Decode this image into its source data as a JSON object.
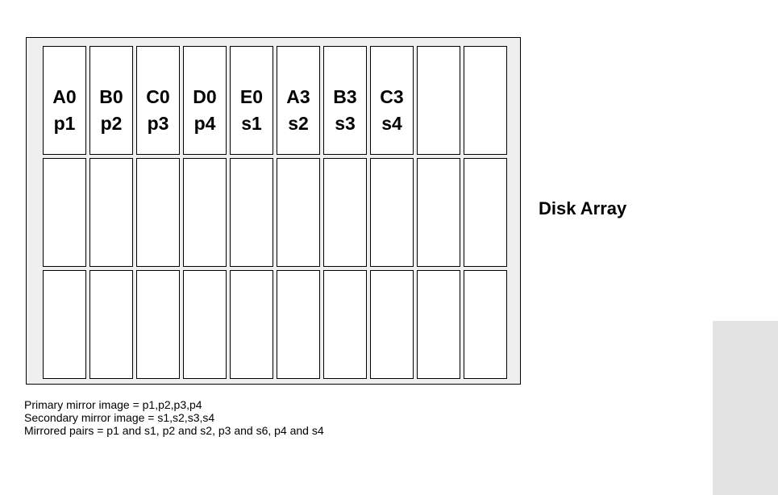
{
  "diagram": {
    "title": "Disk Array",
    "grid": {
      "rows": 3,
      "cols": 10,
      "cells": [
        {
          "row": 0,
          "col": 0,
          "line1": "A0",
          "line2": "p1"
        },
        {
          "row": 0,
          "col": 1,
          "line1": "B0",
          "line2": "p2"
        },
        {
          "row": 0,
          "col": 2,
          "line1": "C0",
          "line2": "p3"
        },
        {
          "row": 0,
          "col": 3,
          "line1": "D0",
          "line2": "p4"
        },
        {
          "row": 0,
          "col": 4,
          "line1": "E0",
          "line2": "s1"
        },
        {
          "row": 0,
          "col": 5,
          "line1": "A3",
          "line2": "s2"
        },
        {
          "row": 0,
          "col": 6,
          "line1": "B3",
          "line2": "s3"
        },
        {
          "row": 0,
          "col": 7,
          "line1": "C3",
          "line2": "s4"
        }
      ]
    },
    "legend": [
      "Primary mirror image = p1,p2,p3,p4",
      "Secondary mirror image = s1,s2,s3,s4",
      "Mirrored pairs = p1 and s1, p2 and s2, p3 and s6, p4 and s4"
    ],
    "colors": {
      "frame_fill": "#efefef",
      "disk_fill": "#ffffff",
      "outline": "#000000",
      "side_panel": "#e3e3e3"
    }
  }
}
